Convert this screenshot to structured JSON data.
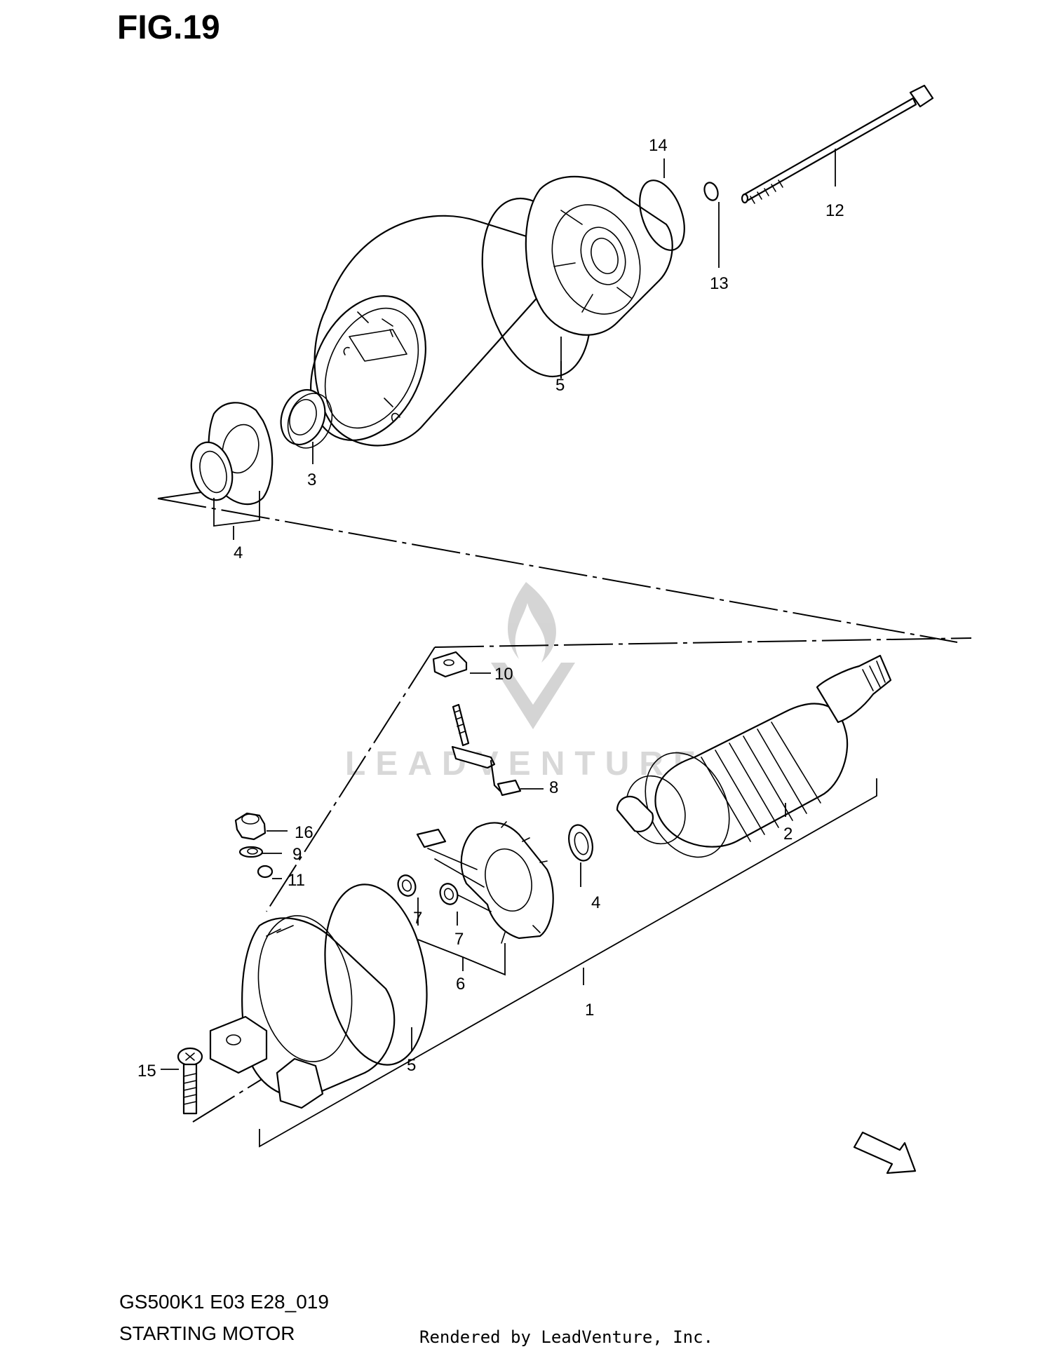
{
  "figure_title": "FIG.19",
  "diagram_code": "GS500K1 E03 E28_019",
  "diagram_name": "STARTING MOTOR",
  "credit": "Rendered by LeadVenture, Inc.",
  "watermark": "LEADVENTURE",
  "direction_tag": "FWD",
  "callouts": {
    "c1": "1",
    "c2": "2",
    "c3": "3",
    "c4a": "4",
    "c4b": "4",
    "c5a": "5",
    "c5b": "5",
    "c6": "6",
    "c7a": "7",
    "c7b": "7",
    "c8": "8",
    "c9": "9",
    "c10": "10",
    "c11": "11",
    "c12": "12",
    "c13": "13",
    "c14": "14",
    "c15": "15",
    "c16": "16"
  }
}
